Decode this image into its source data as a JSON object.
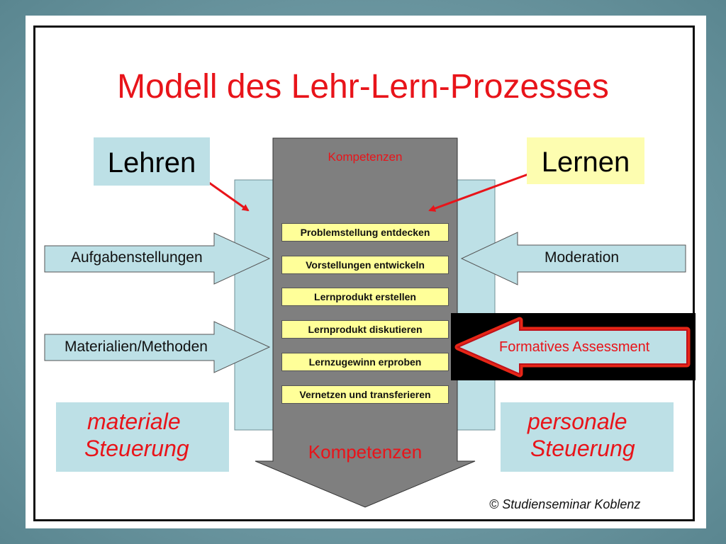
{
  "title": "Modell des Lehr-Lern-Prozesses",
  "lehren": "Lehren",
  "lernen": "Lernen",
  "central_arrow": {
    "top_label": "Kompetenzen",
    "bottom_label": "Kompetenzen",
    "steps": [
      "Problemstellung entdecken",
      "Vorstellungen entwickeln",
      "Lernprodukt erstellen",
      "Lernprodukt diskutieren",
      "Lernzugewinn erproben",
      "Vernetzen und transferieren"
    ]
  },
  "left_arrows": [
    "Aufgabenstellungen",
    "Materialien/Methoden"
  ],
  "right_arrows": [
    "Moderation",
    "Formatives Assessment"
  ],
  "steuerung": {
    "left": [
      "materiale",
      "Steuerung"
    ],
    "right": [
      "personale",
      "Steuerung"
    ]
  },
  "copyright": "© Studienseminar Koblenz",
  "colors": {
    "title": "#e8141a",
    "light_blue": "#bde0e6",
    "yellow": "#ffff99",
    "gray_arrow": "#7f7f7f",
    "accent_red": "#e8141a"
  }
}
